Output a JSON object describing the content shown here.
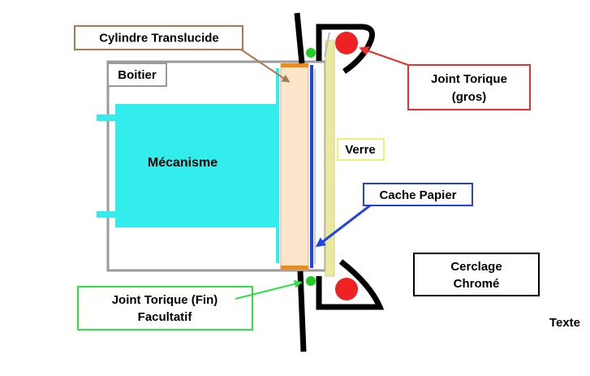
{
  "labels": {
    "cylindre": "Cylindre Translucide",
    "boitier": "Boitier",
    "mecanisme": "Mécanisme",
    "verre": "Verre",
    "joint_gros_line1": "Joint Torique",
    "joint_gros_line2": "(gros)",
    "cache_papier": "Cache Papier",
    "joint_fin_line1": "Joint Torique (Fin)",
    "joint_fin_line2": "Facultatif",
    "cerclage_line1": "Cerclage",
    "cerclage_line2": "Chromé",
    "texte": "Texte"
  },
  "colors": {
    "cylindre_border": "#a87a4f",
    "boitier_border": "#9a9a9a",
    "mecanisme_fill": "#33ecec",
    "verre_border": "#f0ef7a",
    "verre_fill": "#e9eaa0",
    "joint_gros_border": "#e53030",
    "joint_red_fill": "#ee2222",
    "cache_papier_border": "#2244dd",
    "joint_fin_border": "#33dd44",
    "joint_green_fill": "#22cc22",
    "cylinder_fill": "#fbe6cc",
    "cylinder_end": "#f08a1a",
    "chrome": "#000000"
  }
}
